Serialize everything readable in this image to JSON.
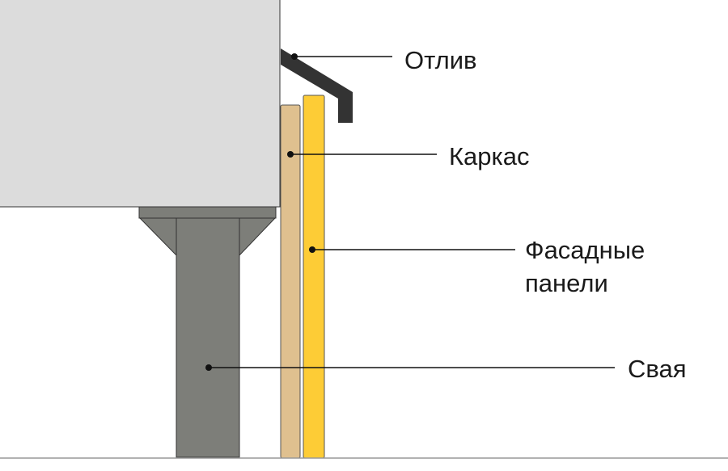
{
  "labels": {
    "otliv": "Отлив",
    "karkas": "Каркас",
    "fasad_line1": "Фасадные",
    "fasad_line2": "панели",
    "svaya": "Свая"
  },
  "colors": {
    "house_wall": "#dcdcdc",
    "pile": "#7d7e79",
    "frame": "#dfc08f",
    "panel": "#fdcc36",
    "drip_edge": "#333333",
    "leader": "#111111",
    "ground": "#999999"
  }
}
